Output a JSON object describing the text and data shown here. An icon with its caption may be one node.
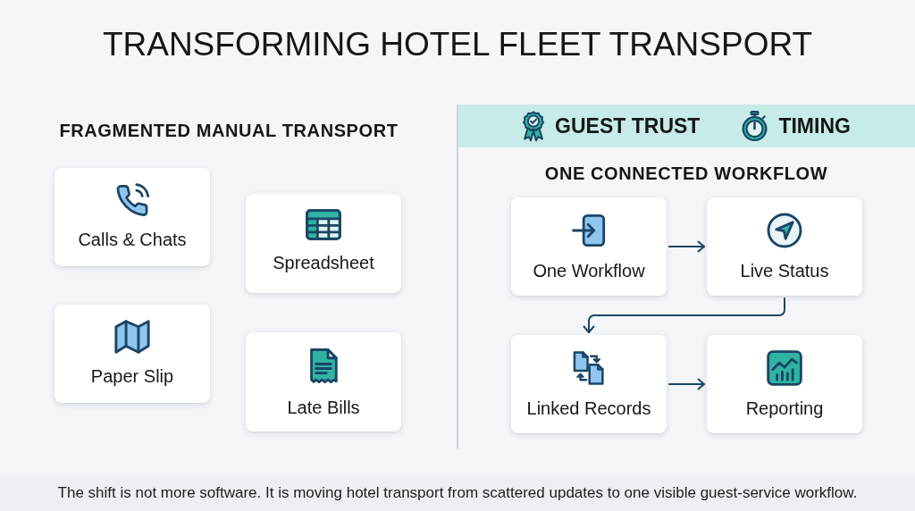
{
  "diagram": {
    "title": "TRANSFORMING HOTEL FLEET TRANSPORT",
    "caption": "The shift is not more software. It is moving hotel transport from scattered updates to one visible guest-service workflow.",
    "nodes": [
      {
        "text": [
          "Calls & Chats"
        ]
      },
      {
        "text": [
          "Spreadsheet"
        ]
      },
      {
        "text": [
          "Paper Slip"
        ]
      },
      {
        "text": [
          "Late Bills"
        ]
      },
      {
        "text": [
          "GUEST TRUST",
          "TIMING"
        ]
      },
      {
        "text": [
          "One Workflow"
        ]
      },
      {
        "text": [
          "Live Status"
        ]
      },
      {
        "text": [
          "Linked Records"
        ]
      },
      {
        "text": [
          "Reporting"
        ]
      }
    ],
    "edges": [
      {
        "from": 5,
        "to": 6,
        "arrow": "to"
      },
      {
        "from": 6,
        "to": 7,
        "arrow": "to"
      },
      {
        "from": 7,
        "to": 8,
        "arrow": "to"
      }
    ],
    "labels": [
      "FRAGMENTED MANUAL TRANSPORT",
      "ONE CONNECTED WORKFLOW"
    ]
  }
}
